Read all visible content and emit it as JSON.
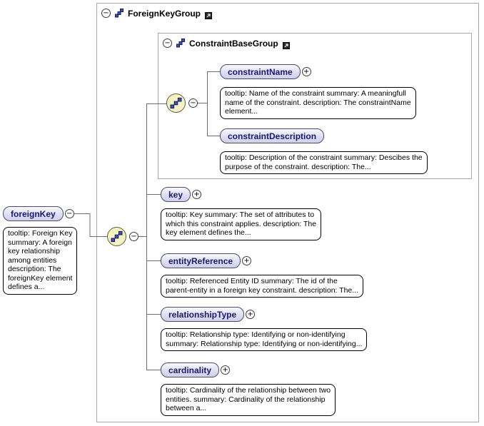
{
  "groups": {
    "foreign_key_group": {
      "label": "ForeignKeyGroup"
    },
    "constraint_base_group": {
      "label": "ConstraintBaseGroup"
    }
  },
  "elements": {
    "foreign_key": {
      "label": "foreignKey",
      "tooltip": "tooltip: Foreign Key\nsummary: A foreign\nkey relationship\namong entities\ndescription: The\nforeignKey element\ndefines a..."
    },
    "constraint_name": {
      "label": "constraintName",
      "tooltip": "tooltip: Name of the constraint summary: A meaningfull\nname of the constraint. description: The constraintName\nelement..."
    },
    "constraint_description": {
      "label": "constraintDescription",
      "tooltip": "tooltip: Description of the constraint summary: Descibes the\npurpose of the constraint. description: The..."
    },
    "key": {
      "label": "key",
      "tooltip": "tooltip: Key summary: The set of attributes to\nwhich this constraint applies. description: The\nkey element defines the..."
    },
    "entity_reference": {
      "label": "entityReference",
      "tooltip": "tooltip: Referenced Entity ID summary: The id of the\nparent-entity in a foreign key constraint. description: The..."
    },
    "relationship_type": {
      "label": "relationshipType",
      "tooltip": "tooltip: Relationship type: Identifying or non-identifying\nsummary: Relationship type: Identifying or non-identifying..."
    },
    "cardinality": {
      "label": "cardinality",
      "tooltip": "tooltip: Cardinality of the relationship between two\nentities. summary: Cardinality of the relationship\nbetween a..."
    }
  },
  "symbols": {
    "collapse": "−",
    "expand": "+"
  },
  "icons": {
    "sequence_compositor": "stair-squares",
    "model_group": "blue-squares",
    "definition_link": "arrow-up-right-box"
  },
  "colors": {
    "element_fill": "#dcdcf1",
    "element_border": "#4a4a72",
    "element_text": "#1a1a6e",
    "compositor_fill": "#f6f1c3",
    "group_border": "#a9a9a9",
    "connector": "#6e6e6e"
  }
}
